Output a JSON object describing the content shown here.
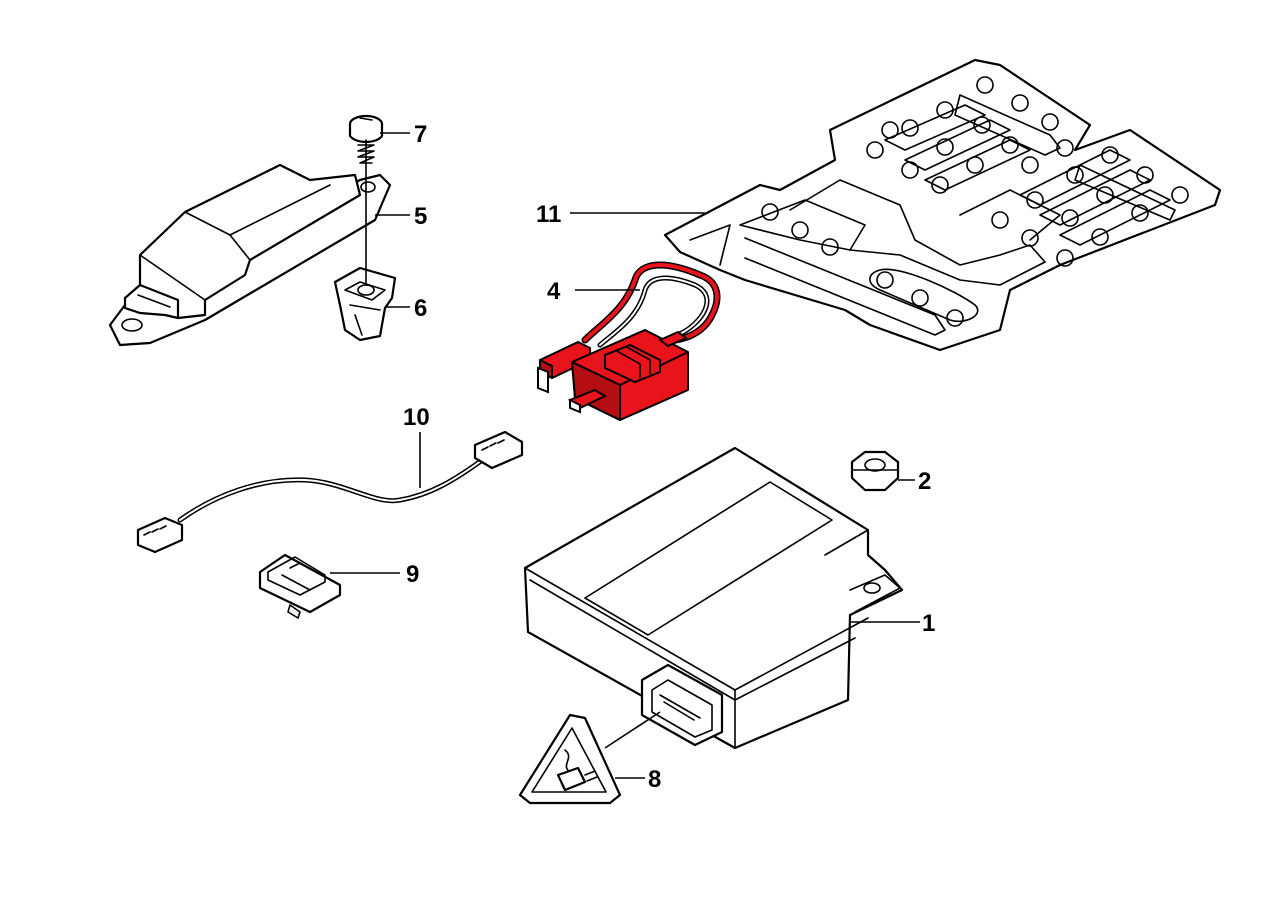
{
  "diagram": {
    "callouts": [
      {
        "id": "part-1",
        "label": "1"
      },
      {
        "id": "part-2",
        "label": "2"
      },
      {
        "id": "part-4",
        "label": "4"
      },
      {
        "id": "part-5",
        "label": "5"
      },
      {
        "id": "part-6",
        "label": "6"
      },
      {
        "id": "part-7",
        "label": "7"
      },
      {
        "id": "part-8",
        "label": "8"
      },
      {
        "id": "part-9",
        "label": "9"
      },
      {
        "id": "part-10",
        "label": "10"
      },
      {
        "id": "part-11",
        "label": "11"
      }
    ],
    "colors": {
      "line": "#000000",
      "background": "#ffffff",
      "highlight": "#e8131b",
      "highlight_dark": "#b40d12"
    },
    "highlighted_part": "4"
  }
}
